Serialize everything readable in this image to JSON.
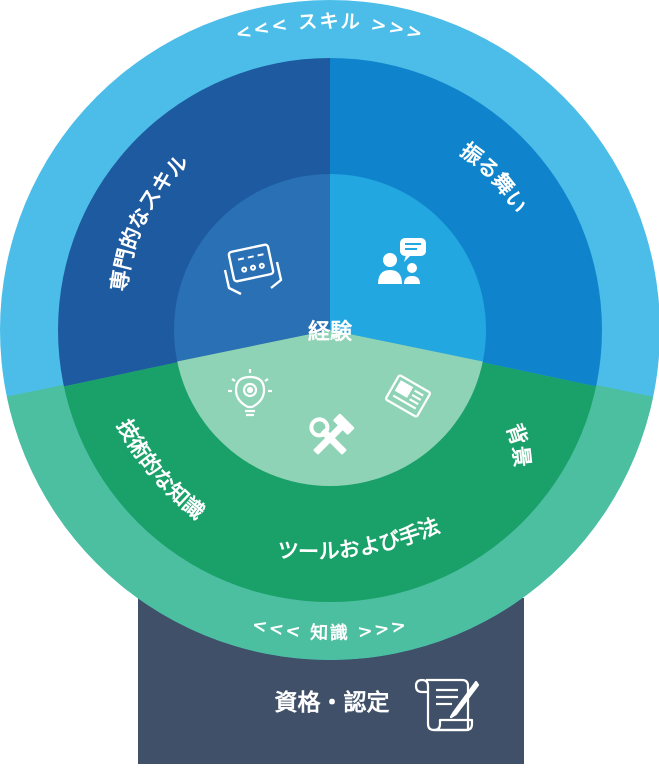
{
  "outer_ring": {
    "top_label": "<<< スキル >>>",
    "bottom_label": "<<< 知識 >>>"
  },
  "segments": {
    "specialized_skills": "専門的なスキル",
    "behavior": "振る舞い",
    "technical_knowledge": "技術的な知識",
    "background": "背景",
    "tools_methods": "ツールおよび手法"
  },
  "center": {
    "label": "経験"
  },
  "base": {
    "label": "資格・認定"
  },
  "icons": [
    "tablet-hands-icon",
    "people-speech-icon",
    "lightbulb-gear-icon",
    "tools-icon",
    "newspaper-icon",
    "certificate-scroll-icon"
  ],
  "colors": {
    "outer_skill_ring": "#4bbde8",
    "outer_knowledge_ring": "#4cbfa0",
    "specialized_skills": "#1e5aa0",
    "behavior": "#0f84cc",
    "knowledge_green": "#1aa169",
    "inner_left": "#2a70b5",
    "inner_right": "#22a7e0",
    "inner_bottom": "#8fd3b6",
    "base_box": "#3f5068"
  }
}
